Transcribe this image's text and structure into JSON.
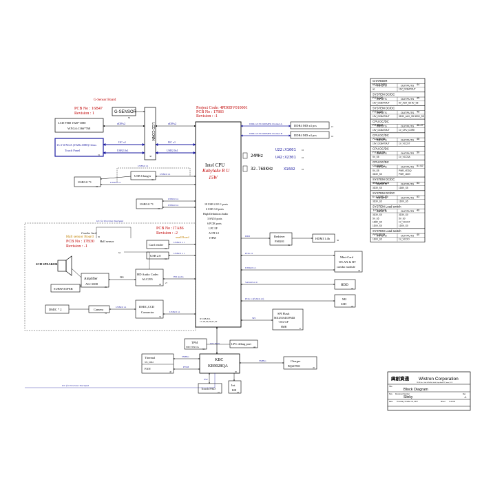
{
  "gsensor_board": {
    "title": "G-Sensor Board",
    "pcb": "PCB No : 16B47",
    "rev": "Revision : 1",
    "chip": "G-SENSOR",
    "chip_num": "84"
  },
  "lcd": {
    "fhd": "LCD FHD 1920*1080",
    "wxga": "WXGA:1366*768",
    "touch_line1": "13.3 WXGA (1920x1080) Glass",
    "touch_line2": "Touch Panel",
    "num": "31",
    "conn": "LCD CONN",
    "conn_num": "38"
  },
  "edp": {
    "left": "eDPx2",
    "right": "eDPx2",
    "i2c1_l": "I2C x1",
    "i2c1_r": "I2C x1",
    "usb1_l": "USB2.0x1",
    "usb1_r": "USB2.0x1"
  },
  "project": {
    "code": "Project Code: 4PD0DV010001",
    "pcb": "PCB No : 17883",
    "rev": "Revision : -1"
  },
  "cpu": {
    "title": "Intel CPU",
    "subtitle": "Kabylake R U",
    "power": "15W",
    "features": [
      "18 USB 2.0/1.1 ports",
      "6 USB 3.0 ports",
      "High Definition Audio",
      "3 SATA ports",
      "6 PCIE ports",
      "LPC I/F",
      "ACPI 3.0",
      "ITPM"
    ],
    "bottom_lines": [
      "X7,X8,X9,",
      "17,18,19,20,21,22"
    ]
  },
  "ddr": {
    "bus1": "DDR4 2133/2400MHz Channel A",
    "bus2": "DDR4 2133/2400MHz Channel B",
    "mem1": "DDR4 MD x4 pcs",
    "mem2": "DDR4 MD x4 pcs",
    "n1": "15",
    "n2": "16"
  },
  "clocks": {
    "c1": "24MHz",
    "c2": "32.768KHz",
    "u22": "U22:X1601",
    "u42": "U42:X2301",
    "x1602": "X1602",
    "n1": "16",
    "n2": "16",
    "n3": "16"
  },
  "usb_charger": {
    "usb30": "USB3.0 *1",
    "usb30_num": "33",
    "charger": "USB Charger",
    "charger_num": "35",
    "bus_top": "USB3.0 x1",
    "bus_mid": "USB2.0 x1",
    "bus_bot": "USB3.0 x1"
  },
  "usb30_2": {
    "label": "USB3.0 *1",
    "num": "33",
    "bus_a": "USB3.0 x1",
    "bus_b": "USB2.0 x1"
  },
  "io_board": {
    "title": "I/O Board",
    "pcb": "PCB No :17A86",
    "rev": "Revision : -2",
    "note": "I2C for Precision Touchpad",
    "sub": "small Board"
  },
  "hall": {
    "title": "Hall sensor Board",
    "pcb": "PCB No : 17B30",
    "rev": "Revision : -1",
    "sensor": "Hall sensor",
    "num": "64"
  },
  "combo": {
    "label": "Combo Jack",
    "num": "36"
  },
  "card": {
    "reader": "Card reader",
    "reader_num": "34",
    "usb20": "USB 2.0",
    "usb20_num": "34",
    "bus1": "USB2.0 x 1",
    "bus2": "USB2.0 x 1"
  },
  "audio": {
    "speaker": "2CH SPEAKER",
    "sub": "SUBWOOFER",
    "amp": "Amplifier",
    "amp_model": "ALC1008",
    "amp_num": "29",
    "codec": "HD Audio Codec",
    "codec_model": "ALC295",
    "codec_num": "29",
    "i2s": "I2S",
    "hda": "HD Audio",
    "num27": "27"
  },
  "camera": {
    "dmic": "DMIC * 2",
    "cam": "Camera",
    "cam_num": "31",
    "dmic_conn": "DMIC,CCD",
    "conn": "Connector",
    "conn_num": "32",
    "bus1": "USB2.0 x1",
    "bus2": "USB2.0 x1"
  },
  "right_side": {
    "dmi": "DMI",
    "pcie1": "PCIe x1",
    "usb1": "USB2.0 x 1",
    "sata": "SATA Port 0",
    "pcie4": "PCIe x 4(SATA x1)",
    "spi": "SPI",
    "redriver": "Redriver",
    "redriver_model": "PS8201",
    "redriver_num": "36",
    "hdmi": "HDMI 1.4b",
    "hdmi_num": "36",
    "minicard1": "Mini-Card",
    "minicard2": "WLAN & BT",
    "minicard3": "combo module",
    "minicard_num": "44",
    "hdd": "HDD",
    "hdd_num": "43",
    "m2": "M2",
    "ssd": "SSD",
    "m2_num": "43",
    "flash1": "SPI Flash",
    "flash2": "MX25U6435FM2I",
    "flash3": "-10G-GP",
    "flash4": "8MB",
    "flash_num": "11"
  },
  "kbc": {
    "tpm": "TPM",
    "tpm_model": "NPCT650 JA",
    "tpm_num": "33",
    "lpc": "LPC BUS",
    "debug": "LPC debug port",
    "debug_num": "44",
    "name": "KBC",
    "model": "KB9028QA",
    "num": "30",
    "thermal": "Thermal",
    "thermal_model": "NS_DN2",
    "fan": "FAN",
    "fan_num": "40",
    "smbus_l": "SMBus",
    "pwm": "PWM",
    "smbus_r": "SMBus",
    "charger": "Charger",
    "charger_model": "BQ24780S",
    "charger_num": "45",
    "i2c_note": "I2C for Precision Touchpad",
    "touchpad": "Touch PAD",
    "touchpad_num": "41",
    "kb1": "Int.",
    "kb2": "KB",
    "kb_num": "43",
    "ps2": "PS2"
  },
  "power_table": [
    {
      "title": "CHARGER",
      "model": "BQ24780S",
      "page": "44",
      "row_in": "INPUTS",
      "row_out": "OUTPUTS",
      "vals": [
        [
          "ac",
          "19V_DCBATOUT"
        ]
      ]
    },
    {
      "title": "SYSTEM DC/DC",
      "model": "RT6226",
      "page": "45",
      "row_in": "INPUTS",
      "row_out": "OUTPUTS",
      "vals": [
        [
          "19V_DCBATOUT",
          "5V_AUX_S5  5V_S5"
        ]
      ]
    },
    {
      "title": "SYSTEM DC/DC",
      "model": "RT6226",
      "page": "45",
      "row_in": "INPUTS",
      "row_out": "OUTPUTS",
      "vals": [
        [
          "19V_DCBATOUT",
          "3D3V_AUX_S5  3D3V_S5"
        ]
      ]
    },
    {
      "title": "CPU DC/DC",
      "model": "RT3602",
      "page": "46-47",
      "row_in": "INPUTS",
      "row_out": "OUTPUTS",
      "vals": [
        [
          "19V_DCBATOUT",
          "1V_CPU_CORE"
        ]
      ]
    },
    {
      "title": "CPU DC/DC",
      "model": "AOZ5049",
      "page": "48",
      "row_in": "INPUTS",
      "row_out": "OUTPUTS",
      "vals": [
        [
          "19V_DCBATOUT",
          "1V_VCCST"
        ]
      ]
    },
    {
      "title": "CPU DC/DC",
      "model": "RT9610B",
      "page": "50",
      "row_in": "INPUTS",
      "row_out": "OUTPUTS",
      "vals": [
        [
          "5V_S5",
          "1V_VCCSA"
        ]
      ]
    },
    {
      "title": "CPU DC/DC",
      "model": "G5388K1",
      "page": "51  52",
      "row_in": "INPUTS",
      "row_out": "OUTPUTS",
      "vals": [
        [
          "5V_S5",
          "PWR_VDDQ"
        ],
        [
          "3D3V_S5",
          "PWR_1D0V"
        ]
      ]
    },
    {
      "title": "SYSTEM DC/DC",
      "model": "9661-25ADJ",
      "page": "53",
      "row_in": "INPUTS",
      "row_out": "OUTPUTS",
      "vals": [
        [
          "3D3V_S5",
          "1D8V_S5"
        ]
      ]
    },
    {
      "title": "SYSTEM DC/DC",
      "model": "E-1339DJ/5",
      "page": "53",
      "row_in": "INPUTS",
      "row_out": "OUTPUTS",
      "vals": [
        [
          "3D3V_S5",
          "1D0V_S5"
        ]
      ]
    },
    {
      "title": "SYSTEM Load switch",
      "model": "TPS22976",
      "page": "40",
      "row_in": "INPUTS",
      "row_out": "OUTPUTS",
      "vals": [
        [
          "3D3V_S5",
          "3D3V_S0"
        ],
        [
          "5V_S5",
          "5V_S0"
        ],
        [
          "1D8V_S5",
          "1V_VCCST"
        ],
        [
          "1D0V_S5",
          "1D0V_S0"
        ]
      ]
    },
    {
      "title": "SYSTEM Load switch",
      "model": "APE8939",
      "page": "40",
      "row_in": "INPUTS",
      "row_out": "OUTPUTS",
      "vals": [
        [
          "1D0V_S5",
          "1V_VCCIO"
        ]
      ]
    }
  ],
  "titleblock": {
    "chinese": "緯創資通",
    "company": "Wistron Corporation",
    "address": "21F, 88, Sec.1, Hsin Tai Wu Rd., Hsichih, Taipei Hsien 221, Taiwan, R.O.C.",
    "title_label": "Title",
    "title": "Block Diagram",
    "size_label": "Size",
    "doc_label": "Document Number",
    "rev_label": "Rev",
    "doc": "Slinky",
    "rev": "-1",
    "date_label": "Date",
    "date": "Thursday, October 12, 2017",
    "sheet_label": "Sheet",
    "sheet": "1 of 104"
  }
}
